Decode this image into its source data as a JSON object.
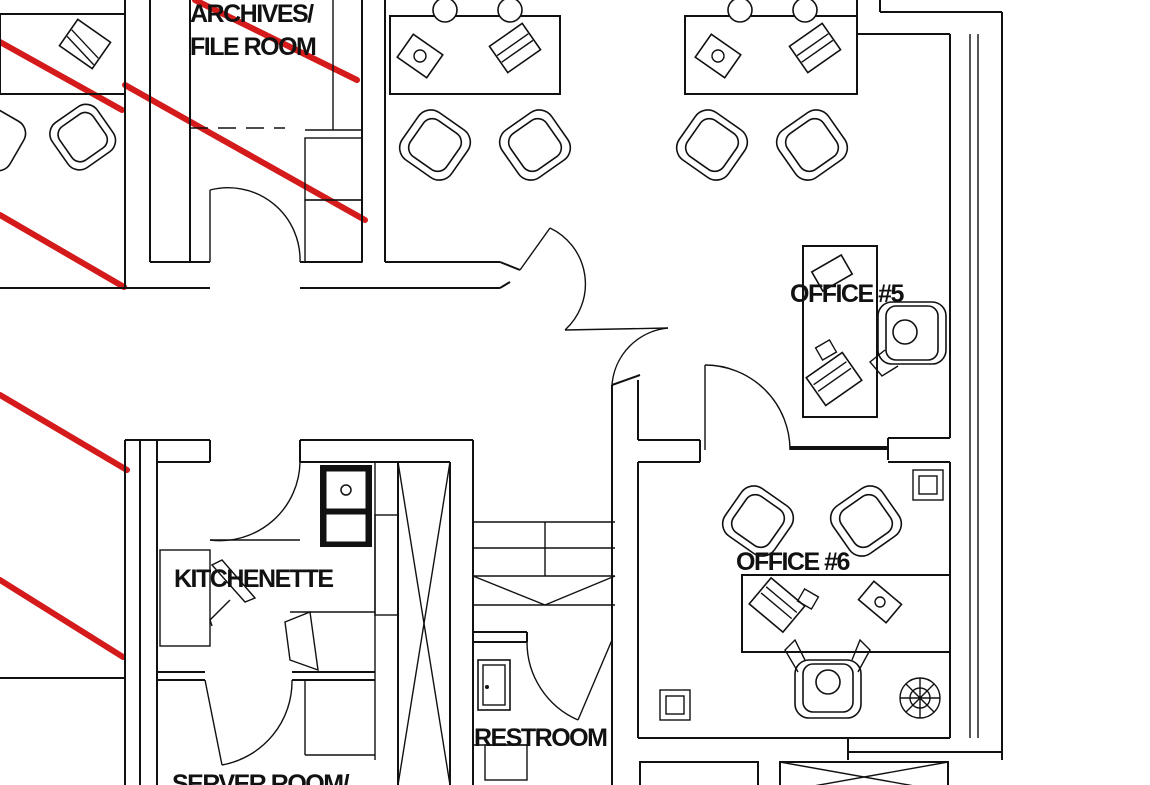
{
  "rooms": {
    "archives_line1": "ARCHIVES/",
    "archives_line2": "FILE ROOM",
    "office5": "OFFICE #5",
    "office6": "OFFICE #6",
    "kitchenette": "KITCHENETTE",
    "restroom": "RESTROOM",
    "server_room": "SERVER ROOM/"
  },
  "colors": {
    "linework": "#111111",
    "hatch": "#d41a1a",
    "background": "#ffffff"
  },
  "icons": [
    "desk",
    "office-chair",
    "armchair",
    "computer",
    "telephone",
    "potted-plant",
    "sink",
    "toilet",
    "door-swing",
    "stair"
  ]
}
